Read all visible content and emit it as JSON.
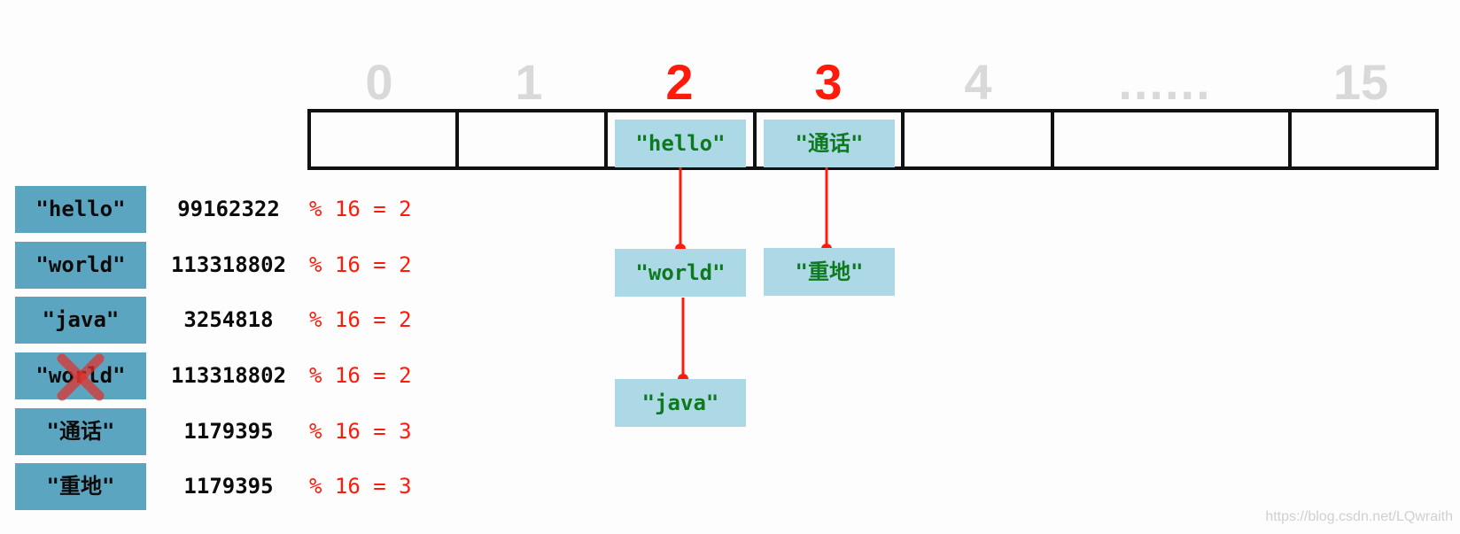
{
  "indices": [
    {
      "label": "0",
      "hot": false
    },
    {
      "label": "1",
      "hot": false
    },
    {
      "label": "2",
      "hot": true
    },
    {
      "label": "3",
      "hot": true
    },
    {
      "label": "4",
      "hot": false
    },
    {
      "label": "......",
      "hot": false
    },
    {
      "label": "15",
      "hot": false
    }
  ],
  "buckets": {
    "b2": {
      "head": "\"hello\"",
      "next": "\"world\"",
      "next2": "\"java\""
    },
    "b3": {
      "head": "\"通话\"",
      "next": "\"重地\""
    }
  },
  "rows": [
    {
      "key": "\"hello\"",
      "hash": "99162322",
      "mod": "% 16 = 2"
    },
    {
      "key": "\"world\"",
      "hash": "113318802",
      "mod": "% 16 = 2"
    },
    {
      "key": "\"java\"",
      "hash": "3254818",
      "mod": "% 16 = 2"
    },
    {
      "key": "\"world\"",
      "hash": "113318802",
      "mod": "% 16 = 2",
      "crossed": true
    },
    {
      "key": "\"通话\"",
      "hash": "1179395",
      "mod": "% 16 = 3"
    },
    {
      "key": "\"重地\"",
      "hash": "1179395",
      "mod": "% 16 = 3"
    }
  ],
  "watermark": "https://blog.csdn.net/LQwraith",
  "colors": {
    "hot": "#ff1a0a",
    "cold": "#d9d9d9",
    "node_bg": "#add8e6",
    "node_text": "#0d7a1f",
    "key_bg": "#5ca5c1"
  }
}
